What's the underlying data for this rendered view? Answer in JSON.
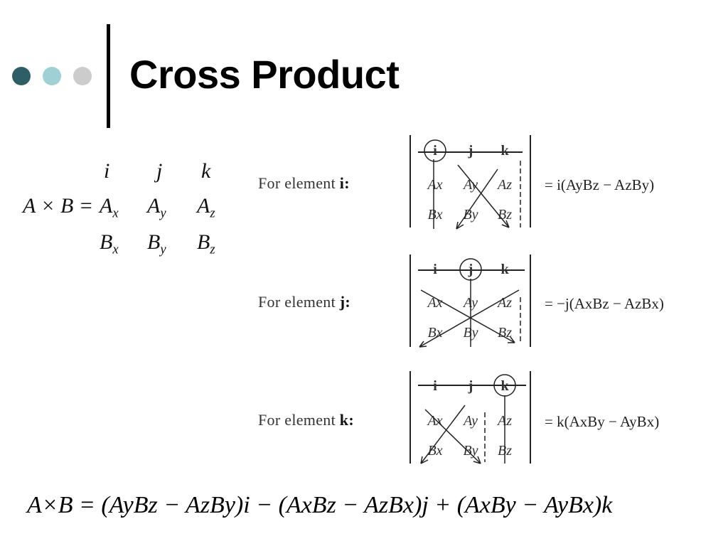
{
  "title": "Cross Product",
  "colors": {
    "dot1": "#2f5f66",
    "dot2": "#9fd0d4",
    "dot3": "#cccccc",
    "rule": "#000000"
  },
  "determinant": {
    "lhs": "A × B =",
    "unit_row": [
      "i",
      "j",
      "k"
    ],
    "row_a": [
      {
        "base": "A",
        "sub": "x"
      },
      {
        "base": "A",
        "sub": "y"
      },
      {
        "base": "A",
        "sub": "z"
      }
    ],
    "row_b": [
      {
        "base": "B",
        "sub": "x"
      },
      {
        "base": "B",
        "sub": "y"
      },
      {
        "base": "B",
        "sub": "z"
      }
    ]
  },
  "panels": [
    {
      "label_prefix": "For element ",
      "label_bold": "i:",
      "circled": "i",
      "result": "= i(AyBz − AzBy)"
    },
    {
      "label_prefix": "For element ",
      "label_bold": "j:",
      "circled": "j",
      "result": "= −j(AxBz − AzBx)"
    },
    {
      "label_prefix": "For element ",
      "label_bold": "k:",
      "circled": "k",
      "result": "= k(AxBy − AyBx)"
    }
  ],
  "panel_cells": {
    "header": [
      "i",
      "j",
      "k"
    ],
    "row_a": [
      "Ax",
      "Ay",
      "Az"
    ],
    "row_b": [
      "Bx",
      "By",
      "Bz"
    ]
  },
  "final_equation": "A×B = (AyBz − AzBy)i − (AxBz − AzBx)j + (AxBy − AyBx)k"
}
